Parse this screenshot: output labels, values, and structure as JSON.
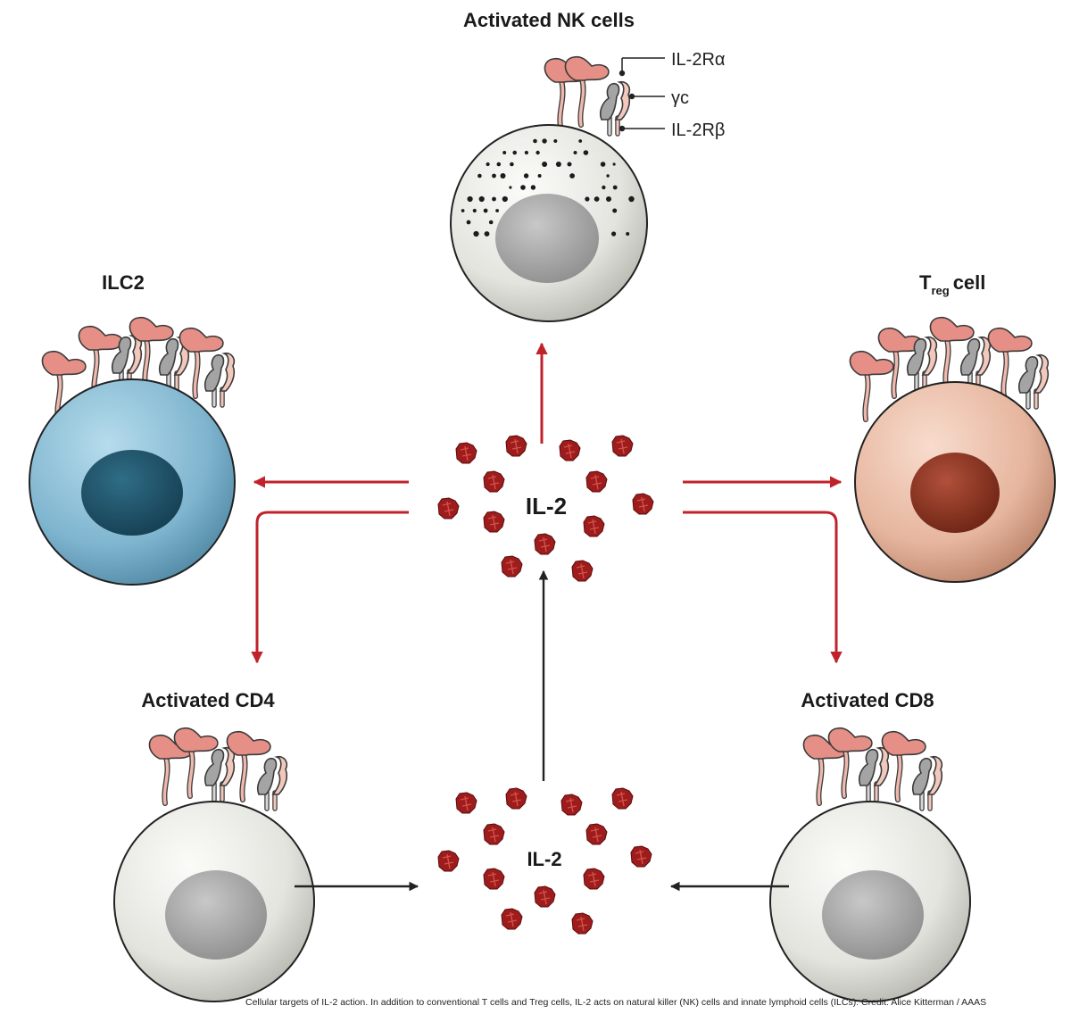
{
  "cells": {
    "nk": {
      "label": "Activated NK cells"
    },
    "ilc2": {
      "label": "ILC2"
    },
    "treg": {
      "label_main": "T",
      "label_sub": "reg",
      "label_tail": "cell"
    },
    "cd4": {
      "label": "Activated CD4"
    },
    "cd8": {
      "label": "Activated CD8"
    }
  },
  "receptor_key": {
    "alpha": "IL-2Rα",
    "gamma": "γc",
    "beta": "IL-2Rβ"
  },
  "il2": {
    "upper_label": "IL-2",
    "lower_label": "IL-2"
  },
  "colors": {
    "red_arrow": "#c0222b",
    "black_arrow": "#222222",
    "ilc2_fill": "#7fb5cf",
    "treg_fill": "#e8b9a3",
    "grey_cell": "#e6e6e1",
    "il2_particle": "#9e1c1c"
  },
  "caption": "Cellular targets of IL-2 action. In addition to conventional T cells and Treg cells, IL-2 acts on natural killer (NK) cells and innate lymphoid cells (ILCs). Credit: Alice Kitterman / AAAS"
}
